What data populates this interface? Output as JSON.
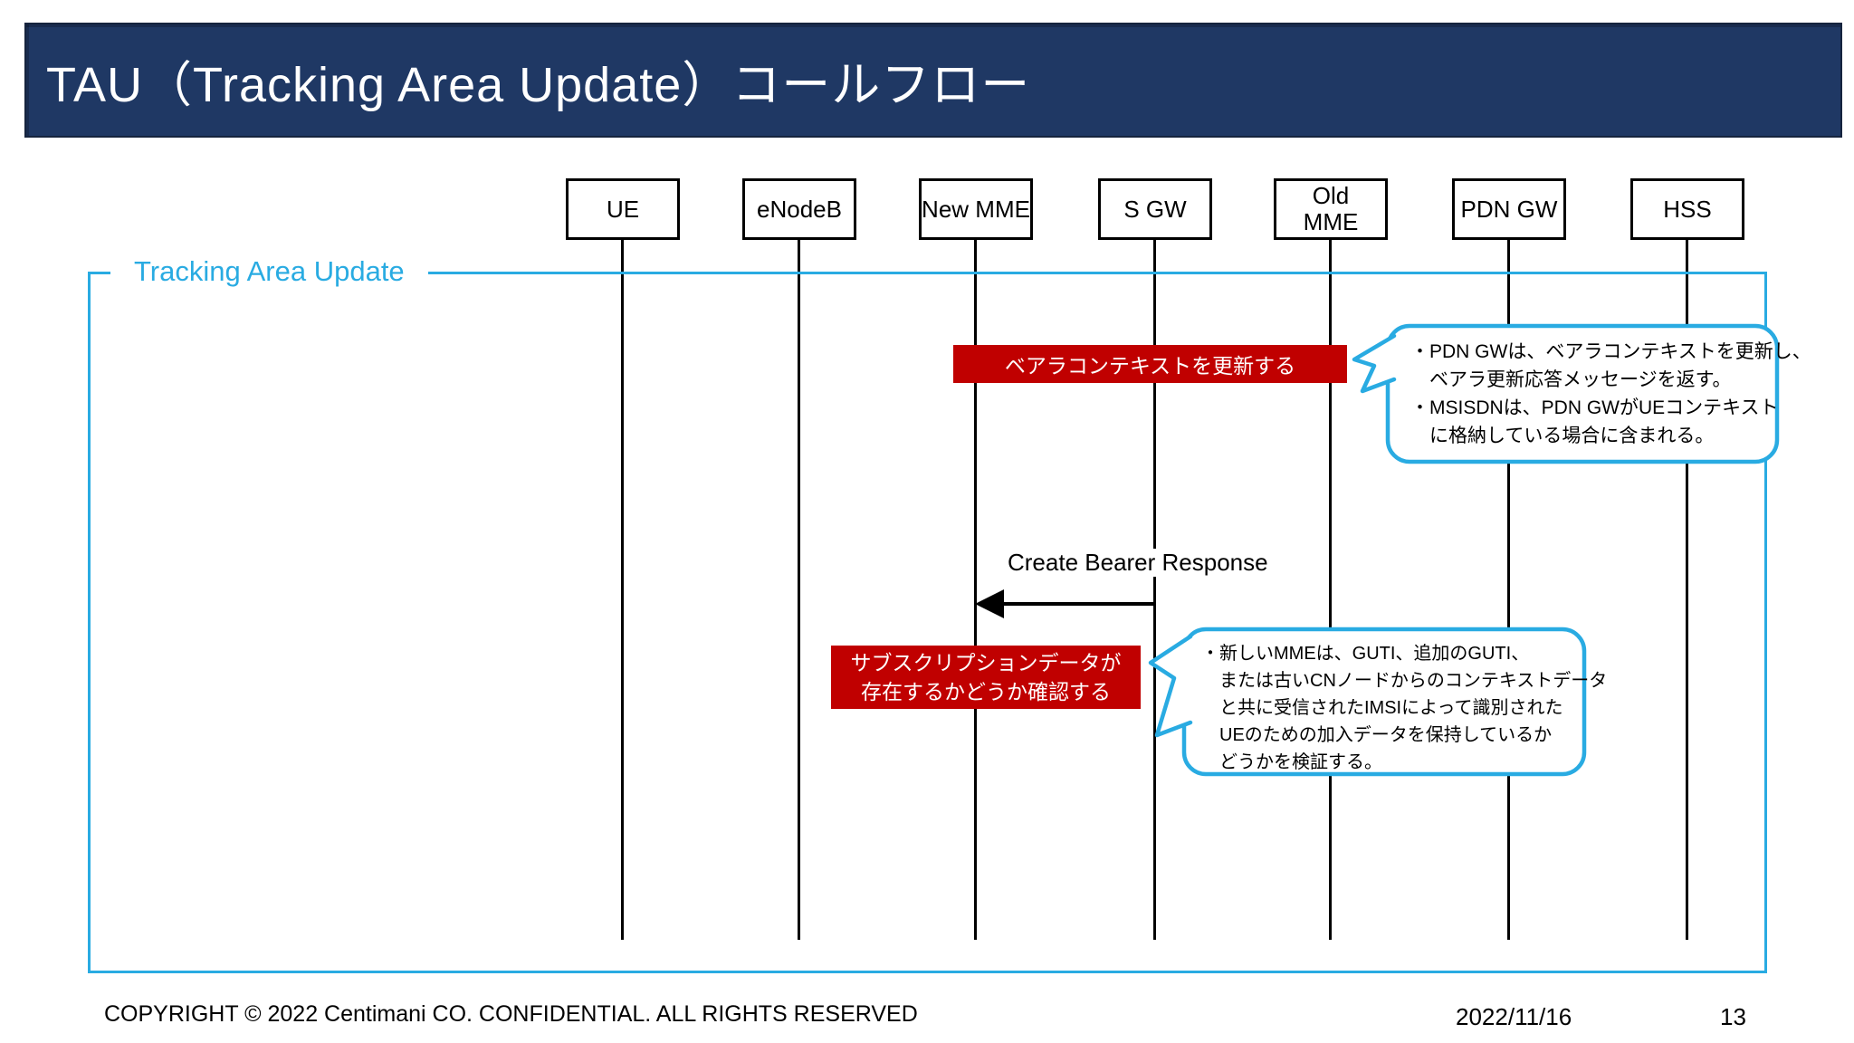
{
  "slide": {
    "title": "TAU（Tracking Area Update）コールフロー",
    "frame_label": "Tracking Area Update",
    "footer": {
      "copyright": "COPYRIGHT © 2022 Centimani CO. CONFIDENTIAL. ALL RIGHTS RESERVED",
      "date": "2022/11/16",
      "page": "13"
    }
  },
  "actors": [
    {
      "label": "UE"
    },
    {
      "label": "eNodeB"
    },
    {
      "label": "New MME"
    },
    {
      "label": "S GW"
    },
    {
      "label": "Old\nMME"
    },
    {
      "label": "PDN GW"
    },
    {
      "label": "HSS"
    }
  ],
  "messages": {
    "create_bearer_response": "Create Bearer Response"
  },
  "process_boxes": {
    "update_bearer_context": {
      "label": "ベアラコンテキストを更新する"
    },
    "check_subscription": {
      "lines": [
        "サブスクリプションデータが",
        "存在するかどうか確認する"
      ]
    }
  },
  "callouts": {
    "pdn_gw_note": {
      "lines": [
        "・PDN GWは、ベアラコンテキストを更新し、",
        "　ベアラ更新応答メッセージを返す。",
        "・MSISDNは、PDN GWがUEコンテキスト",
        "　に格納している場合に含まれる。"
      ]
    },
    "new_mme_note": {
      "lines": [
        "・新しいMMEは、GUTI、追加のGUTI、",
        "　または古いCNノードからのコンテキストデータ",
        "　と共に受信されたIMSIによって識別された",
        "　UEのための加入データを保持しているか",
        "　どうかを検証する。"
      ]
    }
  },
  "colors": {
    "title_bg": "#1F3864",
    "accent_cyan": "#29ABE2",
    "process_red": "#C00000"
  }
}
